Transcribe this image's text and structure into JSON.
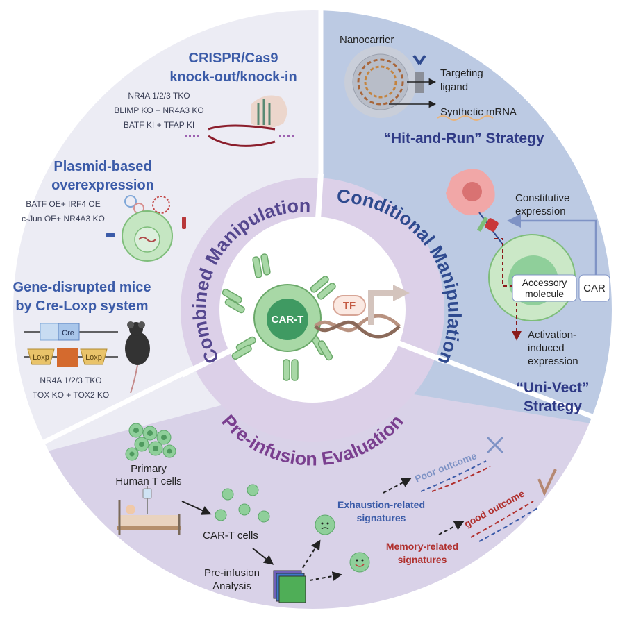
{
  "center": {
    "cell_label": "CAR-T",
    "tf_label": "TF"
  },
  "rings": {
    "combined": "Combined Manipulation",
    "conditional": "Conditional Manipulation",
    "preinfusion": "Pre-infusion Evaluation"
  },
  "crispr": {
    "title_line1": "CRISPR/Cas9",
    "title_line2": "knock-out/knock-in",
    "items": [
      "NR4A 1/2/3 TKO",
      "BLIMP KO + NR4A3 KO",
      "BATF KI + TFAP KI"
    ]
  },
  "plasmid": {
    "title_line1": "Plasmid-based",
    "title_line2": "overexpression",
    "items": [
      "BATF OE+ IRF4 OE",
      "c-Jun OE+ NR4A3 KO"
    ]
  },
  "mice": {
    "title_line1": "Gene-disrupted mice",
    "title_line2": "by Cre-Loxp system",
    "cre_label": "Cre",
    "loxp_label": "Loxp",
    "items": [
      "NR4A 1/2/3 TKO",
      "TOX KO + TOX2 KO"
    ]
  },
  "hitrun": {
    "nanocarrier": "Nanocarrier",
    "targeting_line1": "Targeting",
    "targeting_line2": "ligand",
    "mrna": "Synthetic mRNA",
    "strategy": "“Hit-and-Run” Strategy"
  },
  "univect": {
    "constitutive_line1": "Constitutive",
    "constitutive_line2": "expression",
    "accessory_line1": "Accessory",
    "accessory_line2": "molecule",
    "car": "CAR",
    "activation_line1": "Activation-",
    "activation_line2": "induced",
    "activation_line3": "expression",
    "strategy_line1": "“Uni-Vect”",
    "strategy_line2": "Strategy"
  },
  "preinfusion": {
    "primary_line1": "Primary",
    "primary_line2": "Human T cells",
    "cart_cells": "CAR-T cells",
    "analysis_line1": "Pre-infusion",
    "analysis_line2": "Analysis",
    "exhaustion_line1": "Exhaustion-related",
    "exhaustion_line2": "signatures",
    "memory_line1": "Memory-related",
    "memory_line2": "signatures",
    "poor": "Poor outcome",
    "good": "good outcome"
  },
  "colors": {
    "left_sector": "#ececf4",
    "right_sector": "#bccae3",
    "bottom_sector": "#d9d2e8",
    "ring": "#dcd0e8",
    "blue_title": "#3b5ba8",
    "navy_title": "#2f3a86",
    "purple_title": "#7a3f8f",
    "red_title": "#b0302e"
  }
}
